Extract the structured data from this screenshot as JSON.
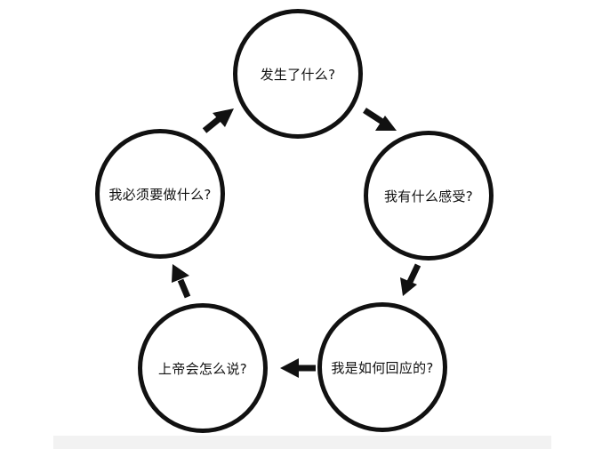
{
  "diagram": {
    "nodes": [
      {
        "id": "n1",
        "label": "发生了什么?"
      },
      {
        "id": "n2",
        "label": "我有什么感受?"
      },
      {
        "id": "n3",
        "label": "我是如何回应的?"
      },
      {
        "id": "n4",
        "label": "上帝会怎么说?"
      },
      {
        "id": "n5",
        "label": "我必须要做什么?"
      }
    ],
    "edges": [
      {
        "from": "n1",
        "to": "n2"
      },
      {
        "from": "n2",
        "to": "n3"
      },
      {
        "from": "n3",
        "to": "n4"
      },
      {
        "from": "n4",
        "to": "n5"
      },
      {
        "from": "n5",
        "to": "n1"
      }
    ],
    "colors": {
      "stroke": "#111111",
      "background": "#ffffff"
    }
  }
}
